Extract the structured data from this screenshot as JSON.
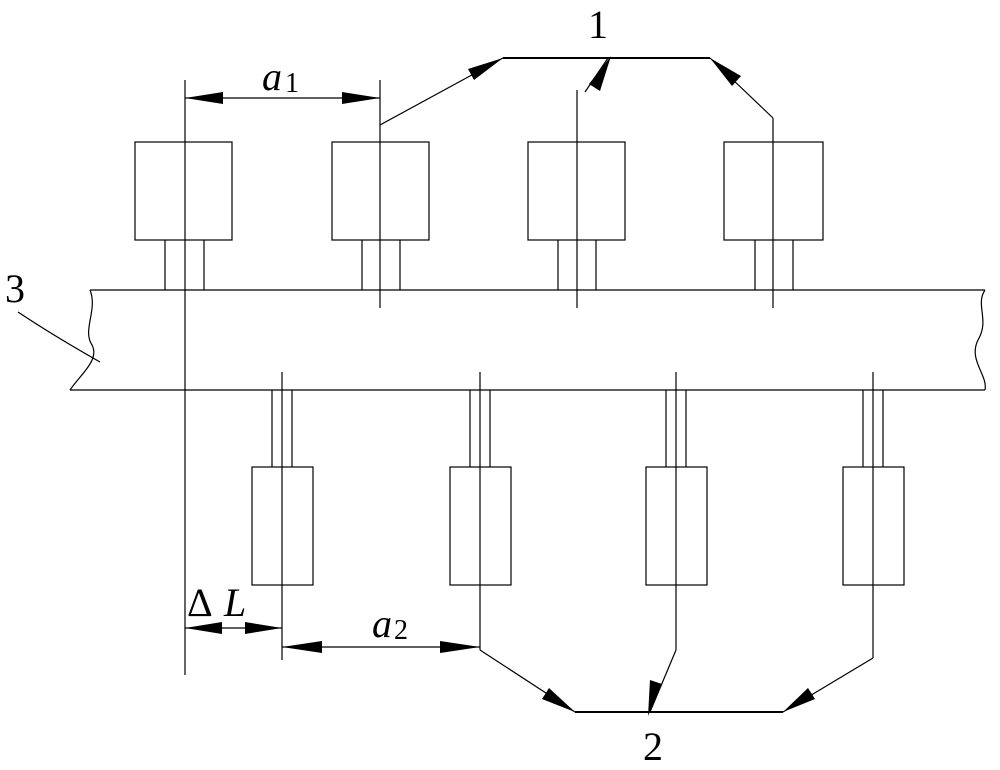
{
  "labels": {
    "part_1": "1",
    "part_2": "2",
    "part_3": "3",
    "dim_a1_sym": "a",
    "dim_a1_sub": "1",
    "dim_a2_sym": "a",
    "dim_a2_sub": "2",
    "delta_sym": "Δ",
    "delta_L": "L"
  }
}
